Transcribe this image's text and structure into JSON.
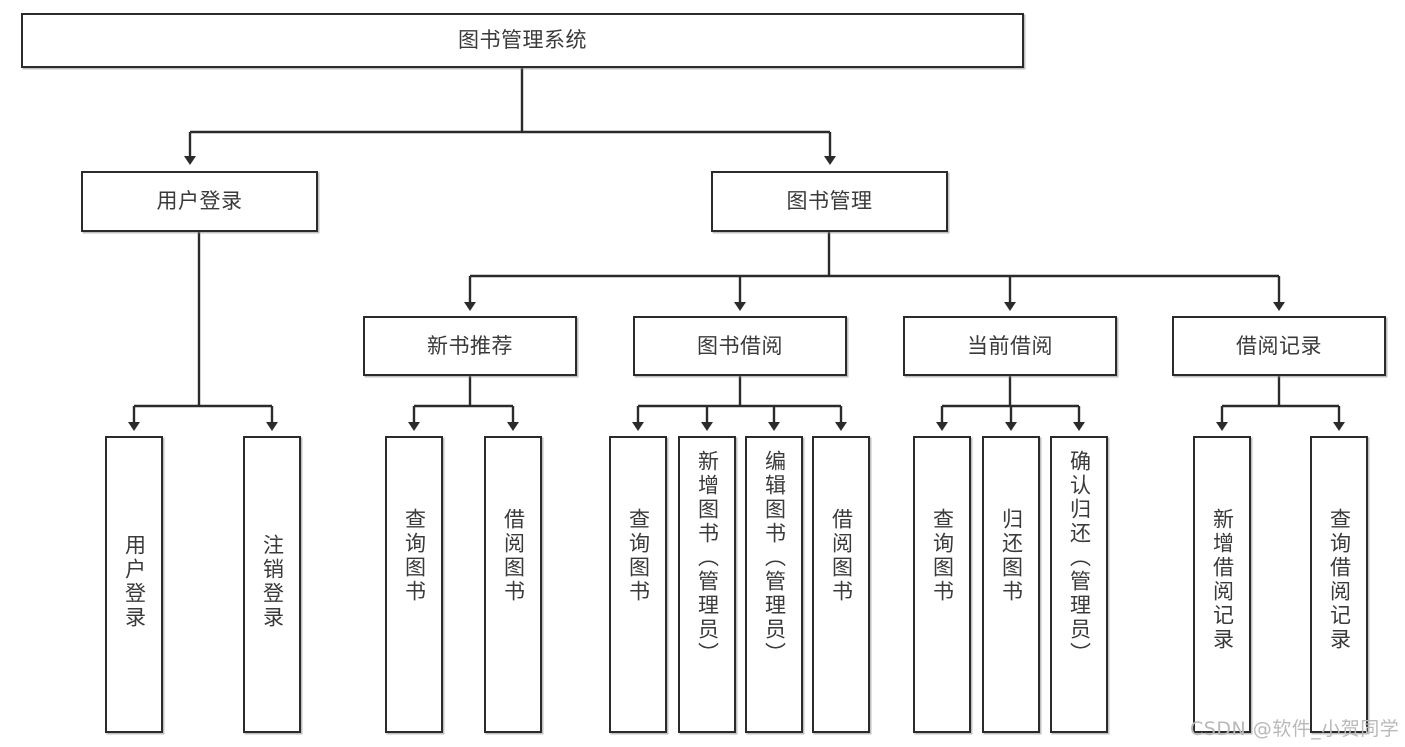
{
  "diagram": {
    "type": "tree-hierarchy",
    "title": "图书管理系统",
    "root": {
      "label": "图书管理系统"
    },
    "level2": [
      {
        "label": "用户登录"
      },
      {
        "label": "图书管理"
      }
    ],
    "level3": [
      {
        "label": "新书推荐",
        "parent": "图书管理"
      },
      {
        "label": "图书借阅",
        "parent": "图书管理"
      },
      {
        "label": "当前借阅",
        "parent": "图书管理"
      },
      {
        "label": "借阅记录",
        "parent": "图书管理"
      }
    ],
    "leaves": {
      "user_login": [
        {
          "label": "用户登录"
        },
        {
          "label": "注销登录"
        }
      ],
      "new_book_recommend": [
        {
          "label": "查询图书"
        },
        {
          "label": "借阅图书"
        }
      ],
      "book_borrow": [
        {
          "label": "查询图书"
        },
        {
          "label": "新增图书（管理员）"
        },
        {
          "label": "编辑图书（管理员）"
        },
        {
          "label": "借阅图书"
        }
      ],
      "current_borrow": [
        {
          "label": "查询图书"
        },
        {
          "label": "归还图书"
        },
        {
          "label": "确认归还（管理员）"
        }
      ],
      "borrow_record": [
        {
          "label": "新增借阅记录"
        },
        {
          "label": "查询借阅记录"
        }
      ]
    }
  },
  "watermark": {
    "text": "CSDN @软件_小贺同学"
  },
  "colors": {
    "border": "#2b2b2b",
    "text": "#3a3a3a",
    "background": "#ffffff",
    "watermark": "#b9b9b9"
  }
}
